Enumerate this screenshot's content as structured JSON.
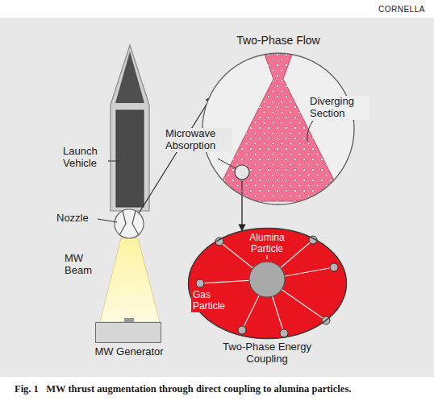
{
  "diagram": {
    "caption": "Fig. 1   MW thrust augmentation through direct coupling to alumina particles.",
    "nodes": [
      {
        "text": [
          "Two-Phase Flow",
          "Diverging Section",
          "Microwave Absorption"
        ]
      },
      {
        "text": [
          "Alumina Particle",
          "Gas Particle",
          "Two-Phase Energy Coupling"
        ]
      },
      {
        "text": [
          "MW Generator"
        ]
      }
    ],
    "edges": [
      {
        "from": 0,
        "to": 1,
        "arrow": "to"
      }
    ],
    "labels": [
      "CORNELLA",
      "Launch Vehicle",
      "Nozzle",
      "MW Beam"
    ]
  }
}
